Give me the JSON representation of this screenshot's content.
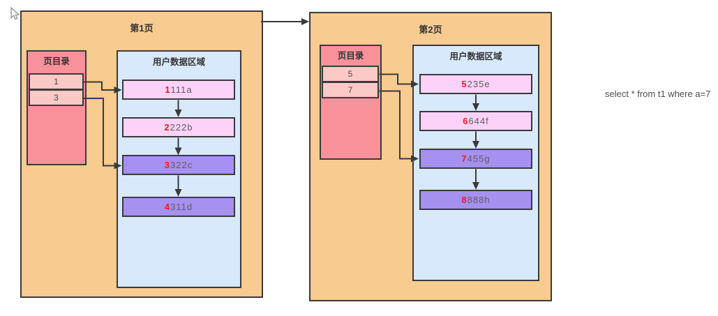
{
  "sql_text": "select * from t1 where a=7",
  "pages": [
    {
      "title": "第1页",
      "directory": {
        "title": "页目录",
        "entries": [
          "1",
          "3"
        ]
      },
      "data_area": {
        "title": "用户数据区域",
        "rows": [
          {
            "key": "1",
            "value": "111a",
            "color": "pink"
          },
          {
            "key": "2",
            "value": "222b",
            "color": "pink"
          },
          {
            "key": "3",
            "value": "322c",
            "color": "purple"
          },
          {
            "key": "4",
            "value": "311d",
            "color": "purple"
          }
        ]
      }
    },
    {
      "title": "第2页",
      "directory": {
        "title": "页目录",
        "entries": [
          "5",
          "7"
        ]
      },
      "data_area": {
        "title": "用户数据区域",
        "rows": [
          {
            "key": "5",
            "value": "235e",
            "color": "pink"
          },
          {
            "key": "6",
            "value": "644f",
            "color": "pink"
          },
          {
            "key": "7",
            "value": "455g",
            "color": "purple"
          },
          {
            "key": "8",
            "value": "888h",
            "color": "purple"
          }
        ]
      }
    }
  ],
  "colors": {
    "page_background": "#f8cb90",
    "directory_background": "#f9919b",
    "directory_entry_background": "#fbc9c6",
    "data_area_background": "#d8e9fc",
    "row_pink": "#fcd2f8",
    "row_purple": "#a690f0",
    "border": "#3a3a3a",
    "record_key_red": "#ec1c24",
    "record_value_gray": "#5f5f5f",
    "text_dark": "#333333"
  }
}
